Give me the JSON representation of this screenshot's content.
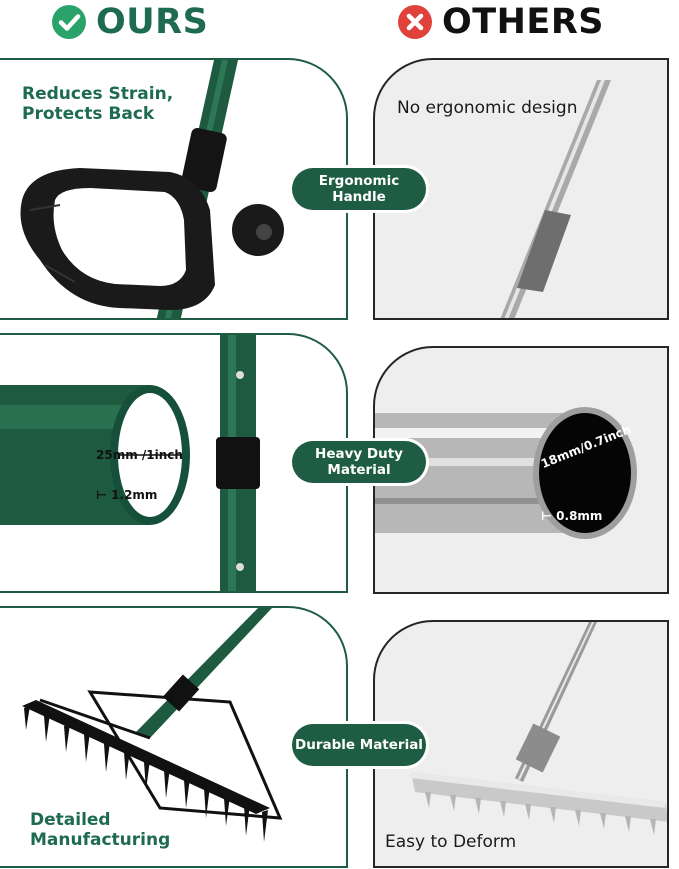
{
  "header": {
    "ours_label": "OURS",
    "others_label": "OTHERS",
    "ours_icon": "check-icon",
    "others_icon": "x-icon"
  },
  "rows": [
    {
      "feature": "Ergonomic Handle",
      "ours_caption": "Reduces Strain, Protects Back",
      "others_caption": "No ergonomic design"
    },
    {
      "feature": "Heavy Duty Material",
      "ours_diameter": "25mm /1inch",
      "ours_thickness": "1.2mm",
      "others_diameter": "18mm/0.7inch",
      "others_thickness": "0.8mm"
    },
    {
      "feature": "Durable Material",
      "ours_caption": "Detailed Manufacturing",
      "others_caption": "Easy to Deform"
    }
  ],
  "colors": {
    "brand_green": "#1f5c44",
    "check_green": "#2aa36b",
    "cross_red": "#e0413a"
  }
}
